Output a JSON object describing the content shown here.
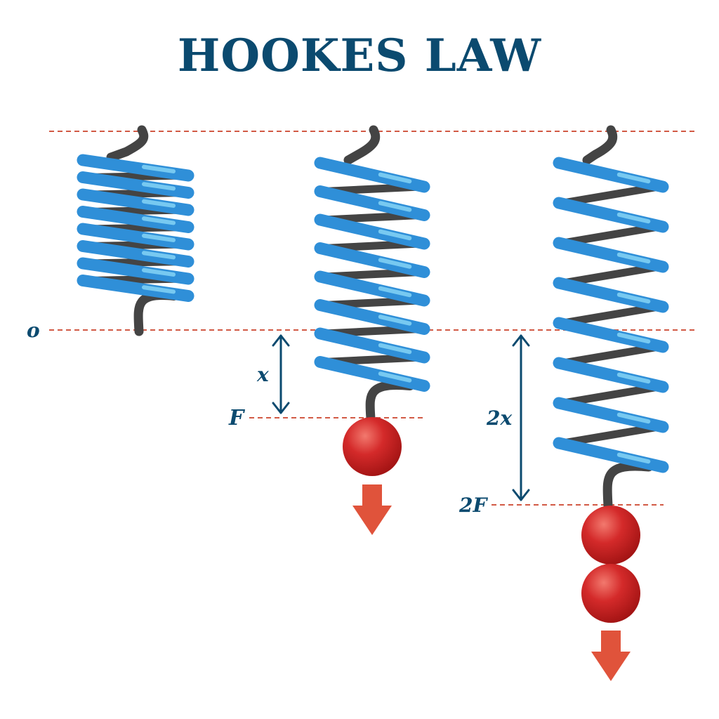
{
  "title": "HOOKES LAW",
  "labels": {
    "origin": "o",
    "displacement_1": "x",
    "force_1": "F",
    "displacement_2": "2x",
    "force_2": "2F"
  },
  "springs": [
    {
      "name": "unloaded",
      "masses": 0
    },
    {
      "name": "one-mass",
      "masses": 1
    },
    {
      "name": "two-masses",
      "masses": 2
    }
  ],
  "colors": {
    "title": "#0b4a6f",
    "spring_blue": "#2f8fd8",
    "spring_highlight": "#7fd0f4",
    "spring_dark": "#444444",
    "dashed_line": "#d25a45",
    "mass": "#d42a2a",
    "arrow": "#e0533b",
    "measure": "#0b4a6f"
  }
}
